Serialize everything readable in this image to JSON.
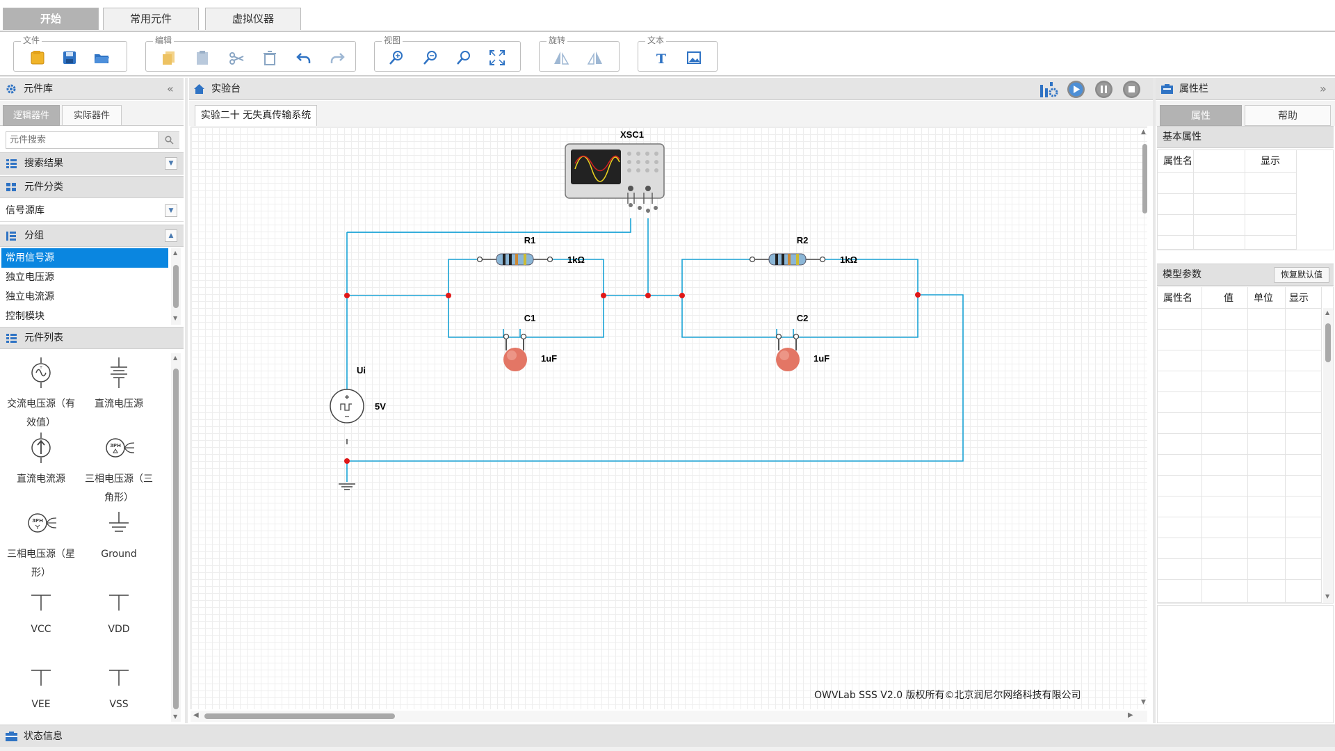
{
  "top_tabs": [
    "开始",
    "常用元件",
    "虚拟仪器"
  ],
  "ribbon": {
    "file": "文件",
    "edit": "编辑",
    "view": "视图",
    "rotate": "旋转",
    "text": "文本"
  },
  "left_panel": {
    "title": "元件库",
    "collapse": "«",
    "tabs": [
      "逻辑器件",
      "实际器件"
    ],
    "search_placeholder": "元件搜索",
    "search_results": "搜索结果",
    "category_header": "元件分类",
    "category_value": "信号源库",
    "group_header": "分组",
    "groups": [
      "常用信号源",
      "独立电压源",
      "独立电流源",
      "控制模块"
    ],
    "list_header": "元件列表",
    "components": [
      {
        "label": "交流电压源（有效值）",
        "icon": "ac-voltage-source-icon"
      },
      {
        "label": "直流电压源",
        "icon": "dc-voltage-source-icon"
      },
      {
        "label": "直流电流源",
        "icon": "dc-current-source-icon"
      },
      {
        "label": "三相电压源（三角形）",
        "icon": "three-phase-delta-icon"
      },
      {
        "label": "三相电压源（星形）",
        "icon": "three-phase-star-icon"
      },
      {
        "label": "Ground",
        "icon": "ground-icon"
      },
      {
        "label": "VCC",
        "icon": "vcc-icon"
      },
      {
        "label": "VDD",
        "icon": "vdd-icon"
      },
      {
        "label": "VEE",
        "icon": "vee-icon"
      },
      {
        "label": "VSS",
        "icon": "vss-icon"
      }
    ]
  },
  "workbench": {
    "title": "实验台",
    "doc_tab": "实验二十 无失真传输系统",
    "copyright": "OWVLab SSS V2.0 版权所有©北京润尼尔网络科技有限公司"
  },
  "circuit": {
    "oscilloscope": "XSC1",
    "r1": {
      "name": "R1",
      "value": "1kΩ"
    },
    "r2": {
      "name": "R2",
      "value": "1kΩ"
    },
    "c1": {
      "name": "C1",
      "value": "1uF"
    },
    "c2": {
      "name": "C2",
      "value": "1uF"
    },
    "source": {
      "name": "Ui",
      "value": "5V"
    },
    "wire_color": "#1aa3d6",
    "node_color": "#e01818"
  },
  "right_panel": {
    "title": "属性栏",
    "collapse": "»",
    "tabs": [
      "属性",
      "帮助"
    ],
    "basic_header": "基本属性",
    "basic_cols": [
      "属性名",
      "显示"
    ],
    "model_header": "模型参数",
    "reset_button": "恢复默认值",
    "model_cols": [
      "属性名",
      "值",
      "单位",
      "显示"
    ]
  },
  "status": {
    "title": "状态信息"
  }
}
